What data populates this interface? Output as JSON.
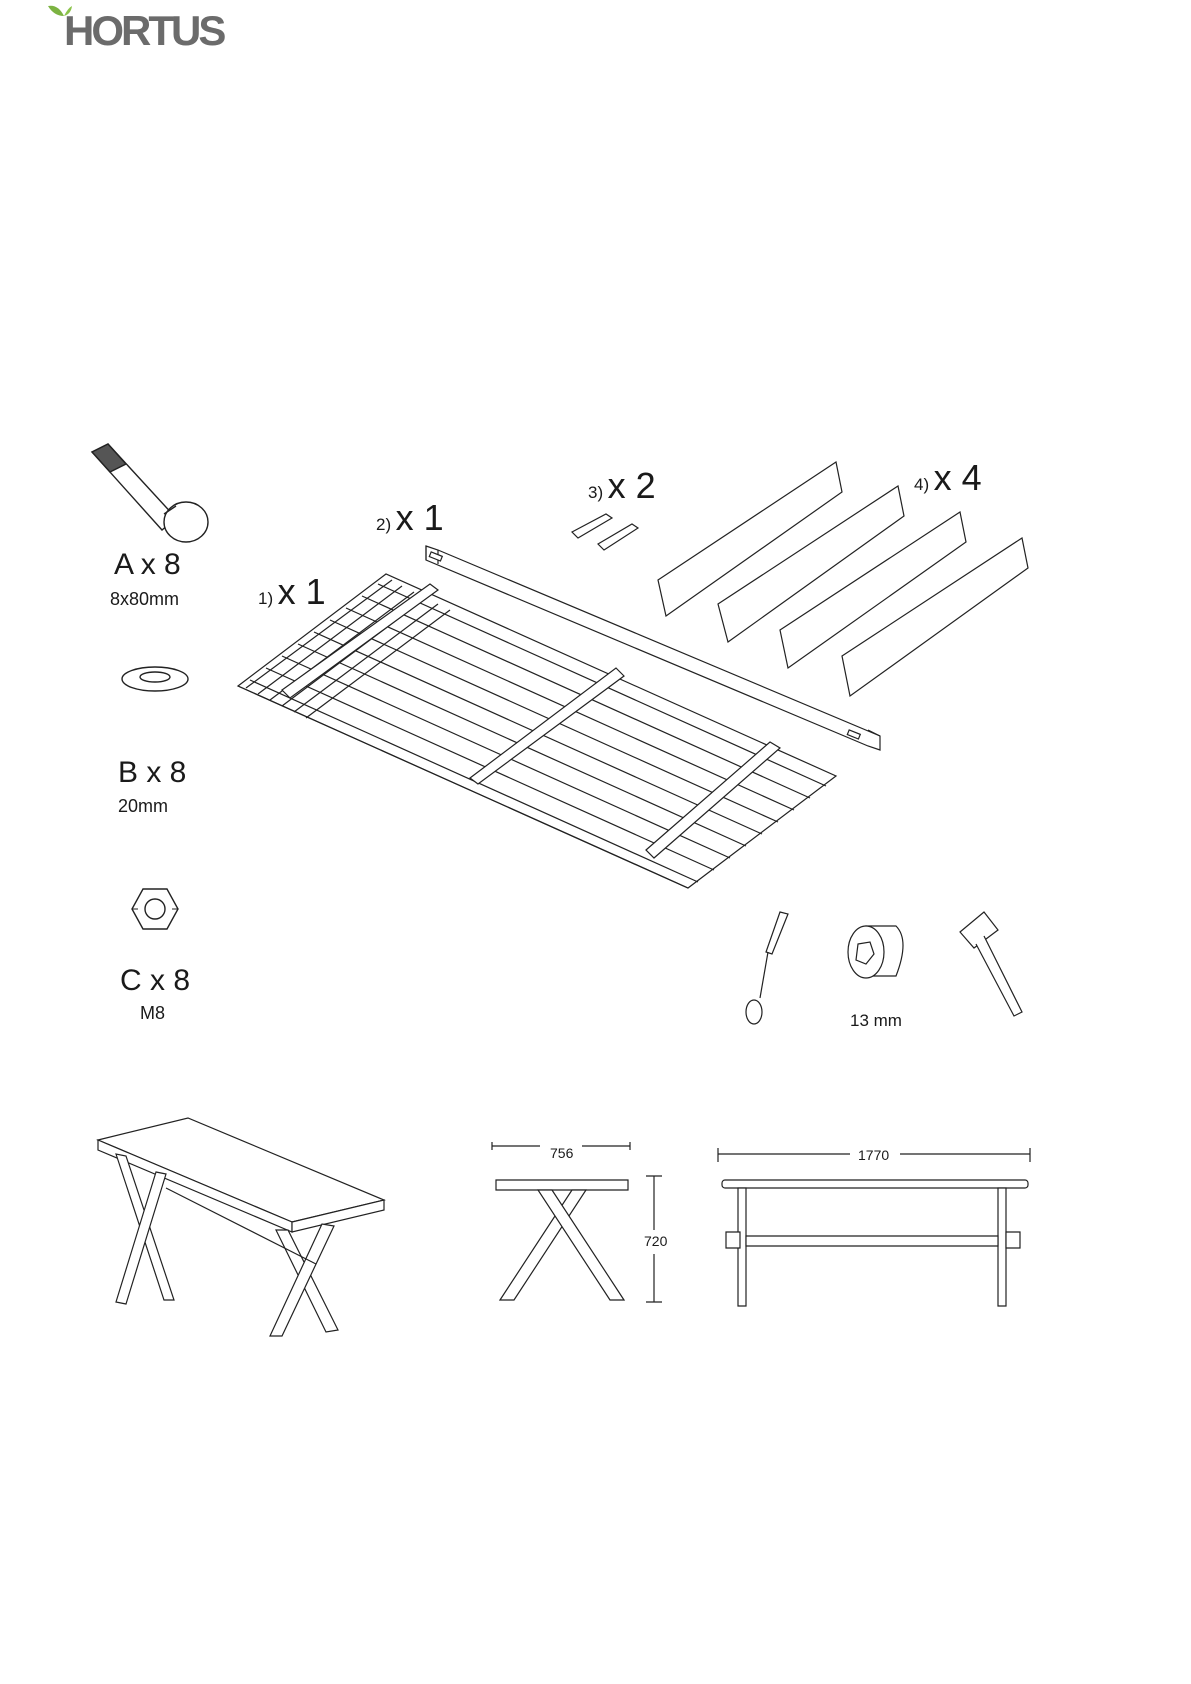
{
  "brand": {
    "name": "HORTUS"
  },
  "hardware": [
    {
      "id": "A",
      "label": "A x 8",
      "spec": "8x80mm",
      "icon": "carriage-bolt-icon"
    },
    {
      "id": "B",
      "label": "B x 8",
      "spec": "20mm",
      "icon": "washer-icon"
    },
    {
      "id": "C",
      "label": "C x 8",
      "spec": "M8",
      "icon": "hex-nut-icon"
    }
  ],
  "parts": [
    {
      "num": "1)",
      "qty": "x 1",
      "icon": "table-top-icon"
    },
    {
      "num": "2)",
      "qty": "x 1",
      "icon": "stretcher-beam-icon"
    },
    {
      "num": "3)",
      "qty": "x 2",
      "icon": "wedge-icon"
    },
    {
      "num": "4)",
      "qty": "x 4",
      "icon": "leg-icon"
    }
  ],
  "tools": [
    {
      "icon": "screwdriver-icon",
      "label": ""
    },
    {
      "icon": "socket-icon",
      "label": "13 mm"
    },
    {
      "icon": "mallet-icon",
      "label": ""
    }
  ],
  "dimensions": {
    "width": "756",
    "height": "720",
    "length": "1770"
  }
}
